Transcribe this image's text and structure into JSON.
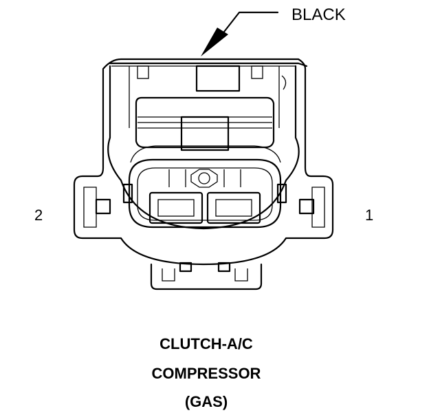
{
  "callout": {
    "label": "BLACK"
  },
  "pins": {
    "left": "2",
    "right": "1"
  },
  "title": {
    "line1": "CLUTCH-A/C",
    "line2": "COMPRESSOR",
    "line3": "(GAS)"
  },
  "colors": {
    "line": "#000000",
    "background": "#ffffff"
  }
}
